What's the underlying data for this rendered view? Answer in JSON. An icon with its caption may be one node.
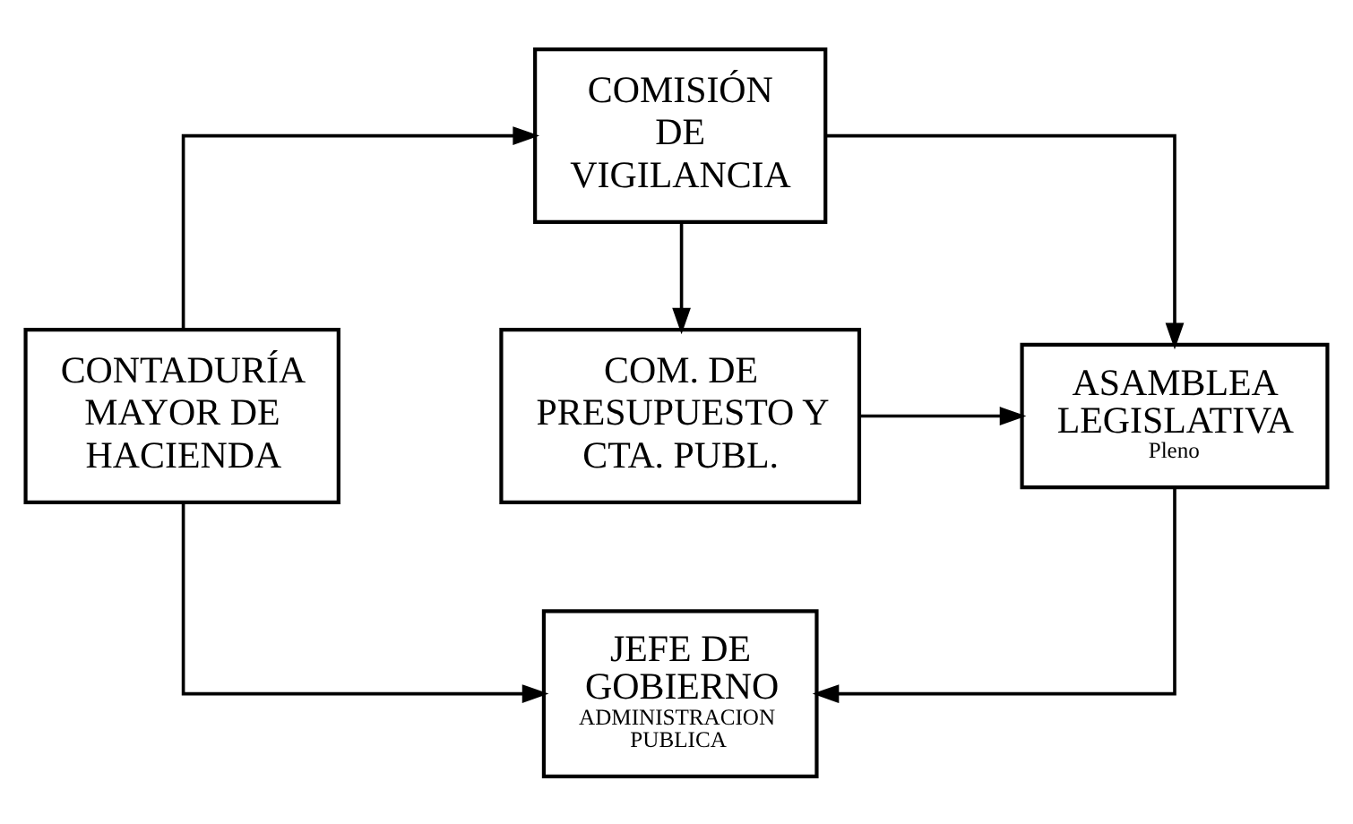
{
  "diagram": {
    "nodes": [
      {
        "text": [
          "COM. DE PRESUPUESTO Y CTA. PUBL."
        ]
      },
      {
        "text": [
          "CONTADURÍA MAYOR DE HACIENDA"
        ]
      },
      {
        "text": [
          "COMISIÓN DE VIGILANCIA"
        ]
      },
      {
        "text": [
          "ASAMBLEA LEGISLATIVA",
          "Pleno"
        ]
      },
      {
        "text": [
          "JEFE DE GOBIERNO",
          "ADMINISTRACION PUBLICA"
        ]
      }
    ],
    "edges": [
      {
        "from": 1,
        "to": 2,
        "arrow": "to"
      },
      {
        "from": 2,
        "to": 0,
        "arrow": "to"
      },
      {
        "from": 0,
        "to": 3,
        "arrow": "to"
      },
      {
        "from": 2,
        "to": 3,
        "arrow": "to"
      },
      {
        "from": 1,
        "to": 4,
        "arrow": "to"
      },
      {
        "from": 3,
        "to": 4,
        "arrow": "to"
      }
    ]
  }
}
